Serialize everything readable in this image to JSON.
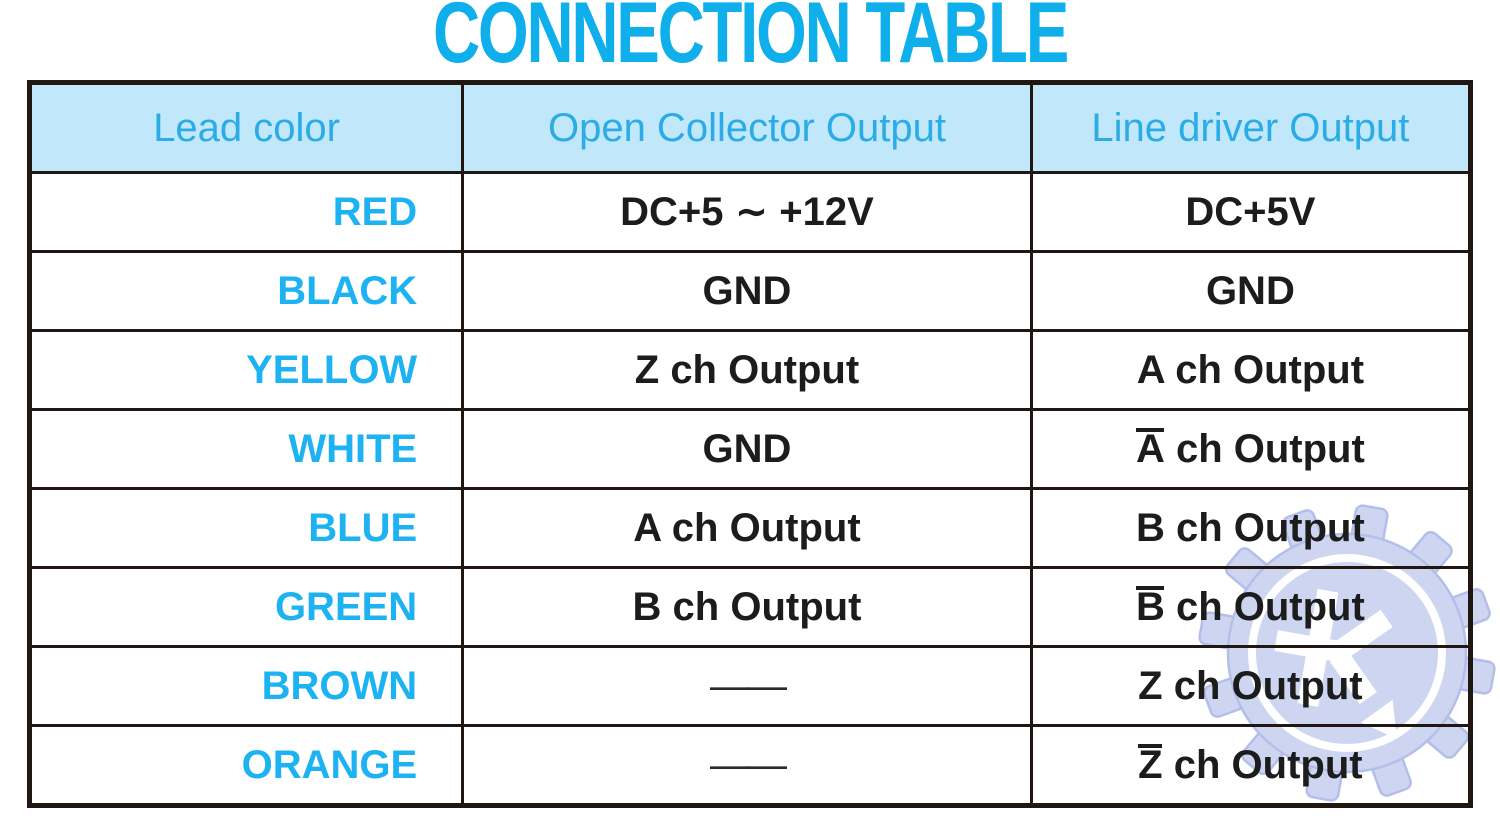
{
  "title": "CONNECTION TABLE",
  "colors": {
    "accent_title": "#0fafec",
    "accent_lead": "#1db2f2",
    "header_fg": "#2bace4",
    "header_bg": "#c0e7fa",
    "border": "#201712",
    "body_text": "#1c1c1c",
    "watermark_fill": "#cdd5f0",
    "watermark_edge": "#b4bfe9"
  },
  "table": {
    "headers": [
      "Lead color",
      "Open Collector Output",
      "Line driver Output"
    ],
    "rows": [
      {
        "lead": "RED",
        "open_collector": {
          "text": "DC+5 ∼ +12V"
        },
        "line_driver": {
          "text": "DC+5V"
        }
      },
      {
        "lead": "BLACK",
        "open_collector": {
          "text": "GND"
        },
        "line_driver": {
          "text": "GND"
        }
      },
      {
        "lead": "YELLOW",
        "open_collector": {
          "text": "Z ch Output"
        },
        "line_driver": {
          "text": "A ch Output"
        }
      },
      {
        "lead": "WHITE",
        "open_collector": {
          "text": "GND"
        },
        "line_driver": {
          "ov": "A",
          "text": " ch Output"
        }
      },
      {
        "lead": "BLUE",
        "open_collector": {
          "text": "A ch Output"
        },
        "line_driver": {
          "text": "B ch Output"
        }
      },
      {
        "lead": "GREEN",
        "open_collector": {
          "text": "B ch Output"
        },
        "line_driver": {
          "ov": "B",
          "text": " ch Output"
        }
      },
      {
        "lead": "BROWN",
        "open_collector": {
          "dash": "——"
        },
        "line_driver": {
          "text": "Z ch Output"
        }
      },
      {
        "lead": "ORANGE",
        "open_collector": {
          "dash": "——"
        },
        "line_driver": {
          "ov": "Z",
          "text": " ch Output"
        }
      }
    ]
  },
  "watermark": {
    "icon": "gear-k-logo"
  }
}
